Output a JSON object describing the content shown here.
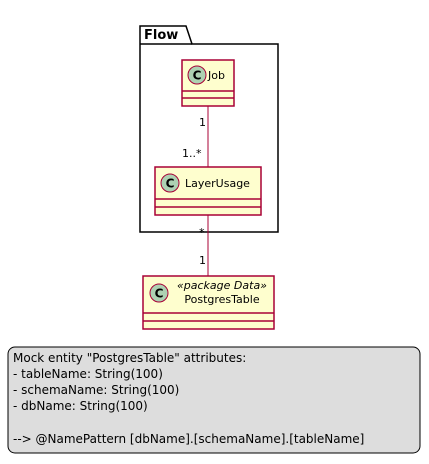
{
  "package": {
    "name": "Flow"
  },
  "classes": [
    {
      "id": "job",
      "name": "Job",
      "icon": "C",
      "stereotype": ""
    },
    {
      "id": "layerusage",
      "name": "LayerUsage",
      "icon": "C",
      "stereotype": ""
    },
    {
      "id": "postgrestable",
      "name": "PostgresTable",
      "icon": "C",
      "stereotype": "«package Data»"
    }
  ],
  "associations": [
    {
      "from": "job",
      "to": "layerusage",
      "from_mult": "1",
      "to_mult": "1..*"
    },
    {
      "from": "layerusage",
      "to": "postgrestable",
      "from_mult": "*",
      "to_mult": "1"
    }
  ],
  "note": {
    "lines": [
      "Mock entity \"PostgresTable\" attributes:",
      "- tableName: String(100)",
      "- schemaName: String(100)",
      "- dbName: String(100)",
      "",
      "--> @NamePattern [dbName].[schemaName].[tableName]"
    ]
  },
  "colors": {
    "class_fill": "#FEFECE",
    "class_border": "#A80036",
    "circle_fill": "#ADD1B2",
    "package_border": "#000000",
    "note_fill": "#DDDDDD",
    "note_border": "#000000"
  }
}
